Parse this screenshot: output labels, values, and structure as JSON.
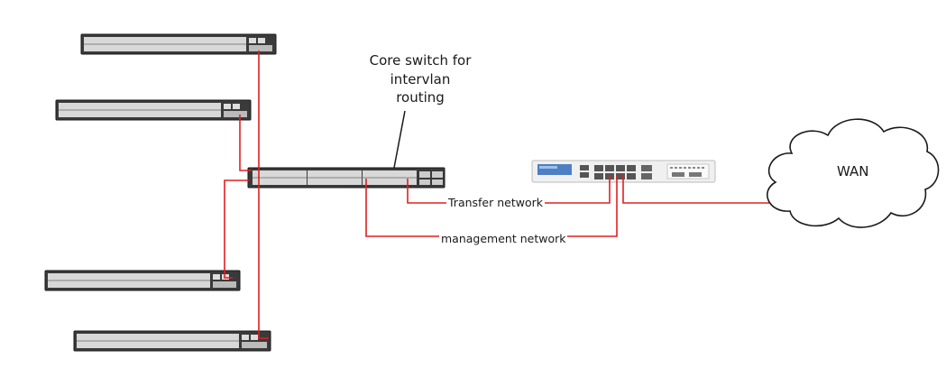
{
  "labels": {
    "core_switch": [
      "Core switch for",
      "intervlan",
      "routing"
    ],
    "transfer_network": "Transfer network",
    "management_network": "management network",
    "wan": "WAN"
  },
  "colors": {
    "link": "#e02020",
    "switch_body": "#3a3a3a",
    "port_strip": "#dcdcdc",
    "firewall_body": "#f0f0f0",
    "firewall_screen": "#4d7fc4",
    "cloud_stroke": "#1a1a1a"
  },
  "devices": {
    "access_switches": [
      "access-switch-1",
      "access-switch-2",
      "access-switch-3",
      "access-switch-4"
    ],
    "core_switch": "core-switch",
    "firewall": "firewall-appliance",
    "cloud": "wan-cloud"
  }
}
